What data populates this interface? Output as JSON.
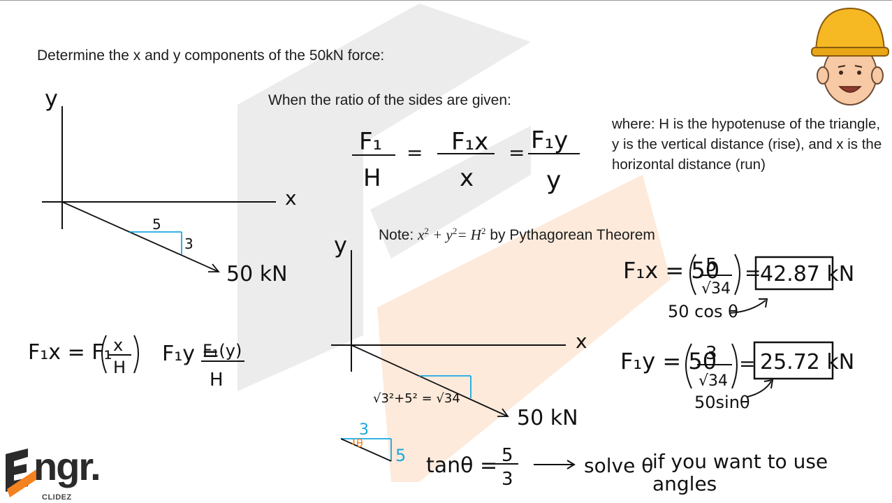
{
  "problem": {
    "statement": "Determine the x and y components of the 50kN force:"
  },
  "ratio_section": {
    "heading": "When the ratio of the sides are given:",
    "where_text": "where: H is the hypotenuse of the triangle, y is the vertical distance (rise), and x is the horizontal distance (run)"
  },
  "note": {
    "prefix": "Note:",
    "suffix": "by Pythagorean Theorem"
  },
  "diagram_left": {
    "y_axis": "y",
    "x_axis": "x",
    "side_run": "5",
    "side_rise": "3",
    "force": "50 kN"
  },
  "diagram_right": {
    "y_axis": "y",
    "x_axis": "x",
    "hyp_label": "√3²+5² = √34",
    "force": "50 kN"
  },
  "angle_triangle": {
    "top": "3",
    "side": "5",
    "angle": "θ"
  },
  "tan_note": {
    "tan": "tanθ =",
    "num": "5",
    "den": "3",
    "solve": "solve θ",
    "if_text": "if you want to use",
    "angles": "angles"
  },
  "formulas": {
    "ratio_f1": "F₁",
    "ratio_h": "H",
    "ratio_f1x": "F₁x",
    "ratio_x": "x",
    "ratio_f1y": "F₁y",
    "ratio_y": "y",
    "eq1": "=",
    "eq2": "=",
    "f1x_def": "F₁x = F₁",
    "f1x_frac_num": "x",
    "f1x_frac_den": "H",
    "f1y_def": "F₁y =",
    "f1y_num": "F₁(y)",
    "f1y_den": "H"
  },
  "results": {
    "f1x_lhs": "F₁x = 50",
    "f1x_num": "5",
    "f1x_den": "√34",
    "f1x_value": "42.87 kN",
    "f1x_cos": "50 cos θ",
    "f1y_lhs": "F₁y = 50",
    "f1y_num": "3",
    "f1y_den": "√34",
    "f1y_value": "25.72 kN",
    "f1y_sin": "50sinθ"
  },
  "brand": {
    "logo": "ngr.",
    "sub": "CLIDEZ"
  },
  "colors": {
    "accent_blue": "#1aa8e0",
    "accent_orange": "#f58220",
    "watermark_gray": "#ececec"
  },
  "icons": {
    "mascot": "engineer-mascot-icon"
  }
}
